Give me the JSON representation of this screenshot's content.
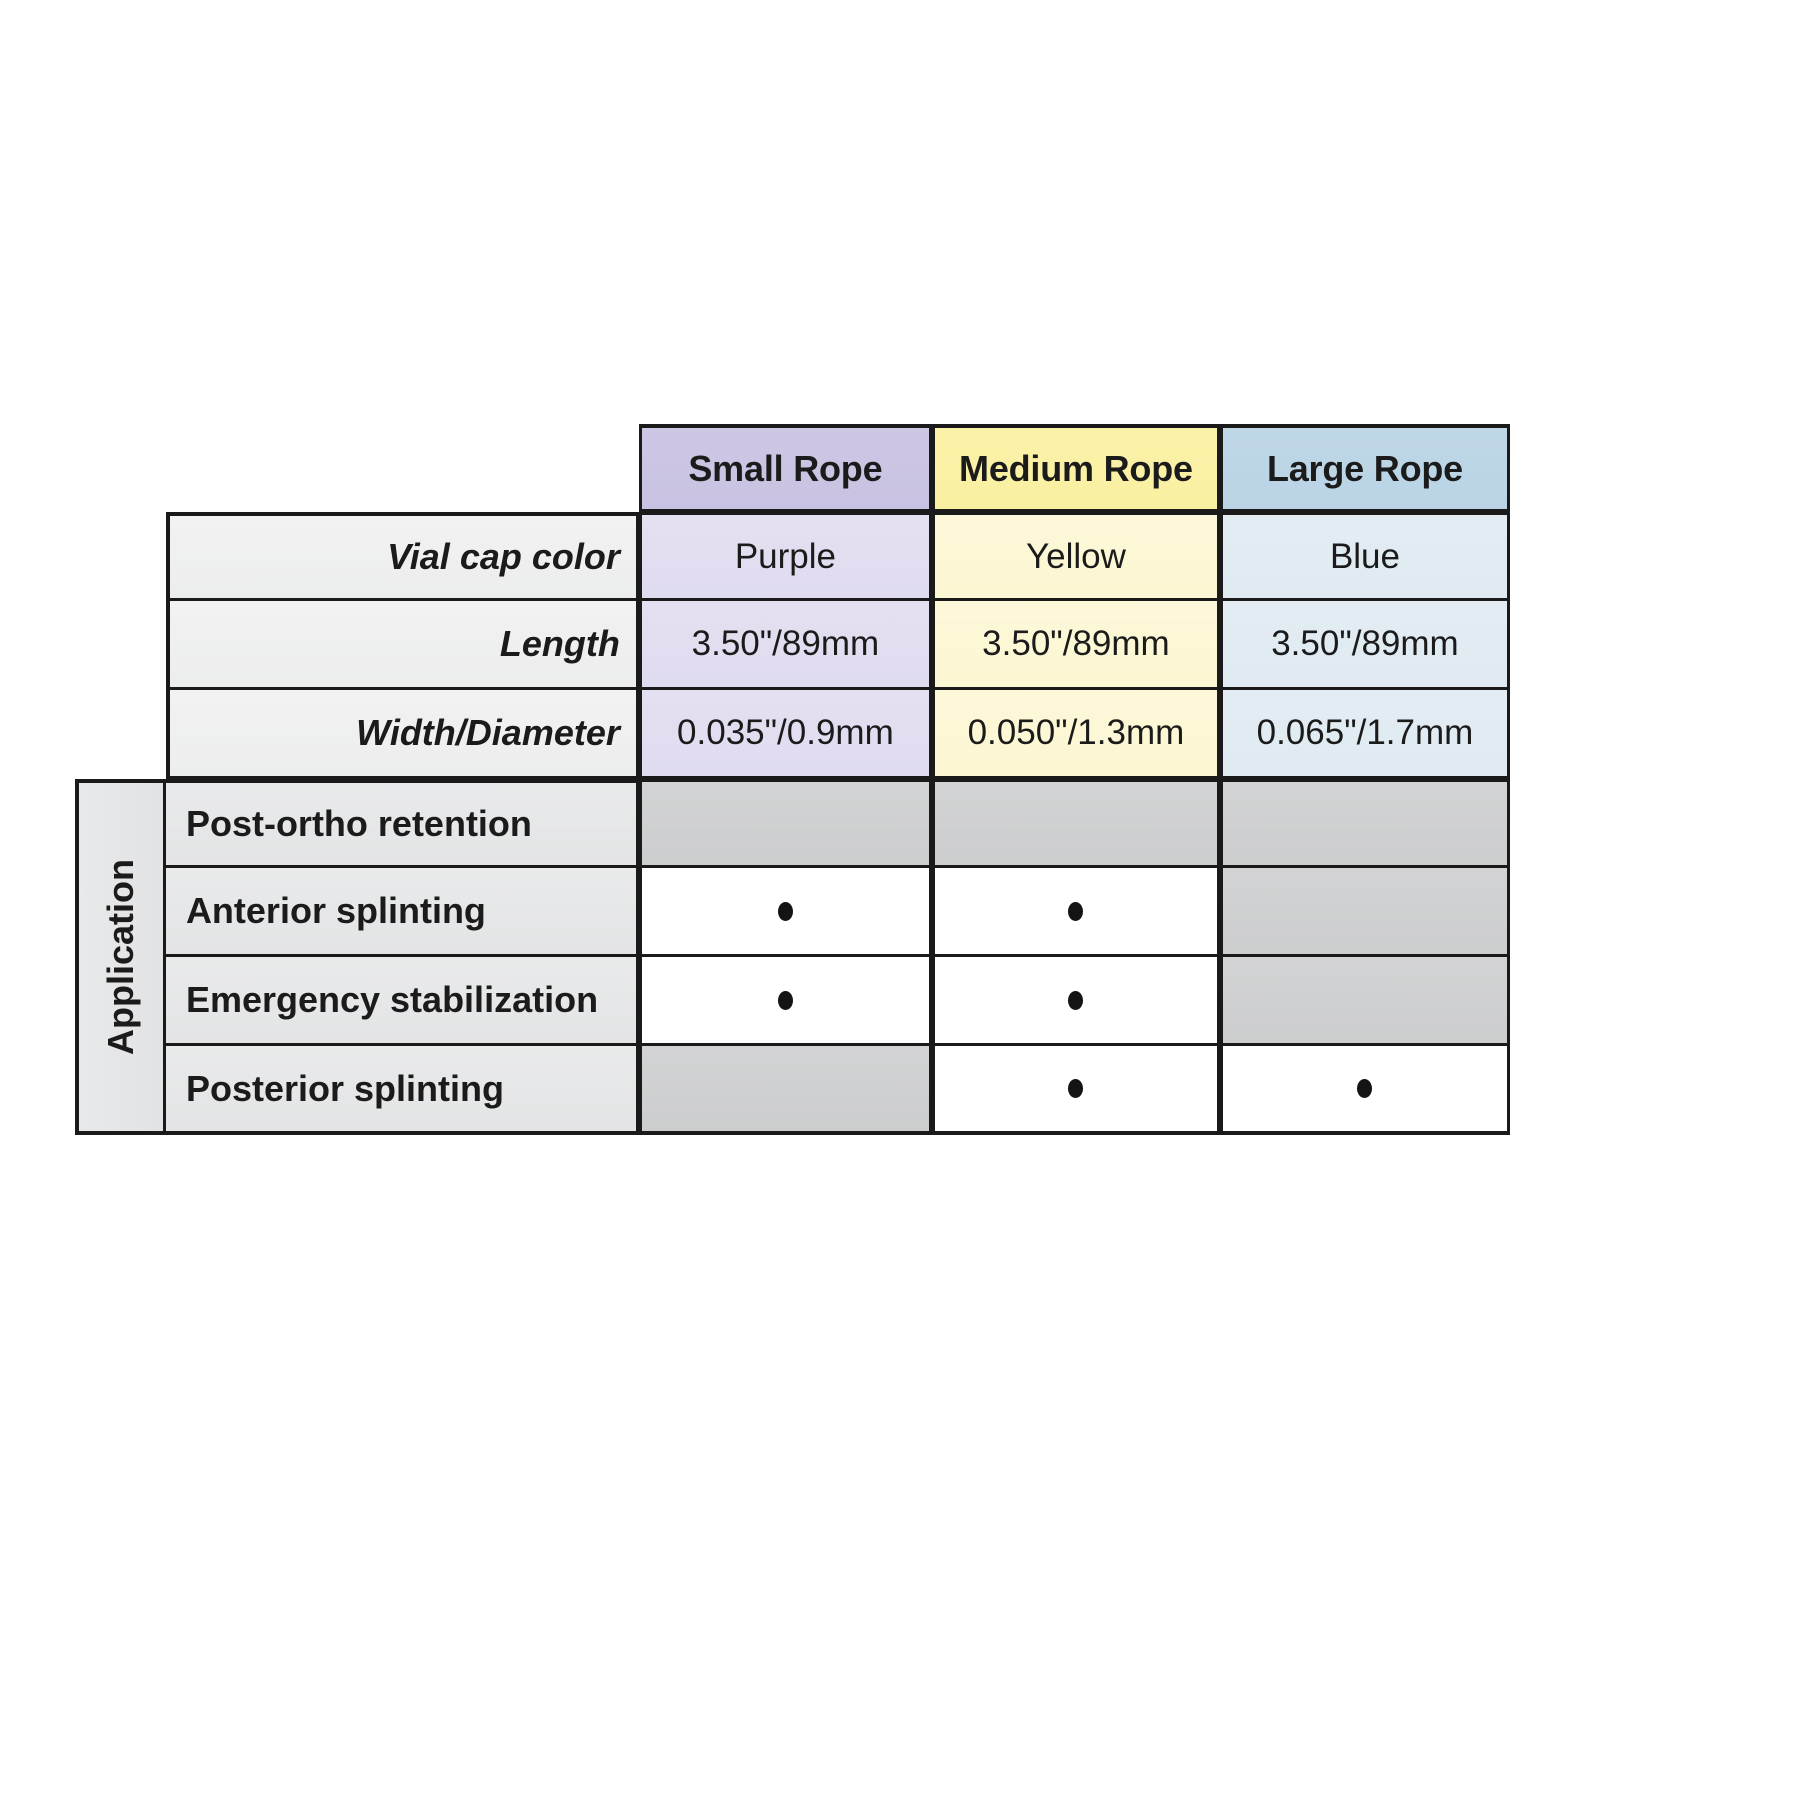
{
  "table": {
    "column_headers": [
      {
        "label": "Small Rope",
        "color": "#c9c2e2",
        "key": "small"
      },
      {
        "label": "Medium Rope",
        "color": "#faf0a1",
        "key": "medium"
      },
      {
        "label": "Large Rope",
        "color": "#bad4e6",
        "key": "large"
      }
    ],
    "spec_rows": [
      {
        "label": "Vial cap color",
        "values": [
          "Purple",
          "Yellow",
          "Blue"
        ]
      },
      {
        "label": "Length",
        "values": [
          "3.50\"/89mm",
          "3.50\"/89mm",
          "3.50\"/89mm"
        ]
      },
      {
        "label": "Width/Diameter",
        "values": [
          "0.035\"/0.9mm",
          "0.050\"/1.3mm",
          "0.065\"/1.7mm"
        ]
      }
    ],
    "application_group_label": "Application",
    "application_rows": [
      {
        "label": "Post-ortho retention",
        "marks": [
          false,
          false,
          false
        ],
        "blocked": [
          true,
          true,
          true
        ]
      },
      {
        "label": "Anterior splinting",
        "marks": [
          true,
          true,
          false
        ],
        "blocked": [
          false,
          false,
          true
        ]
      },
      {
        "label": "Emergency stabilization",
        "marks": [
          true,
          true,
          false
        ],
        "blocked": [
          false,
          false,
          true
        ]
      },
      {
        "label": "Posterior splinting",
        "marks": [
          false,
          true,
          true
        ],
        "blocked": [
          true,
          false,
          false
        ]
      }
    ],
    "mark_symbol": "dot"
  }
}
